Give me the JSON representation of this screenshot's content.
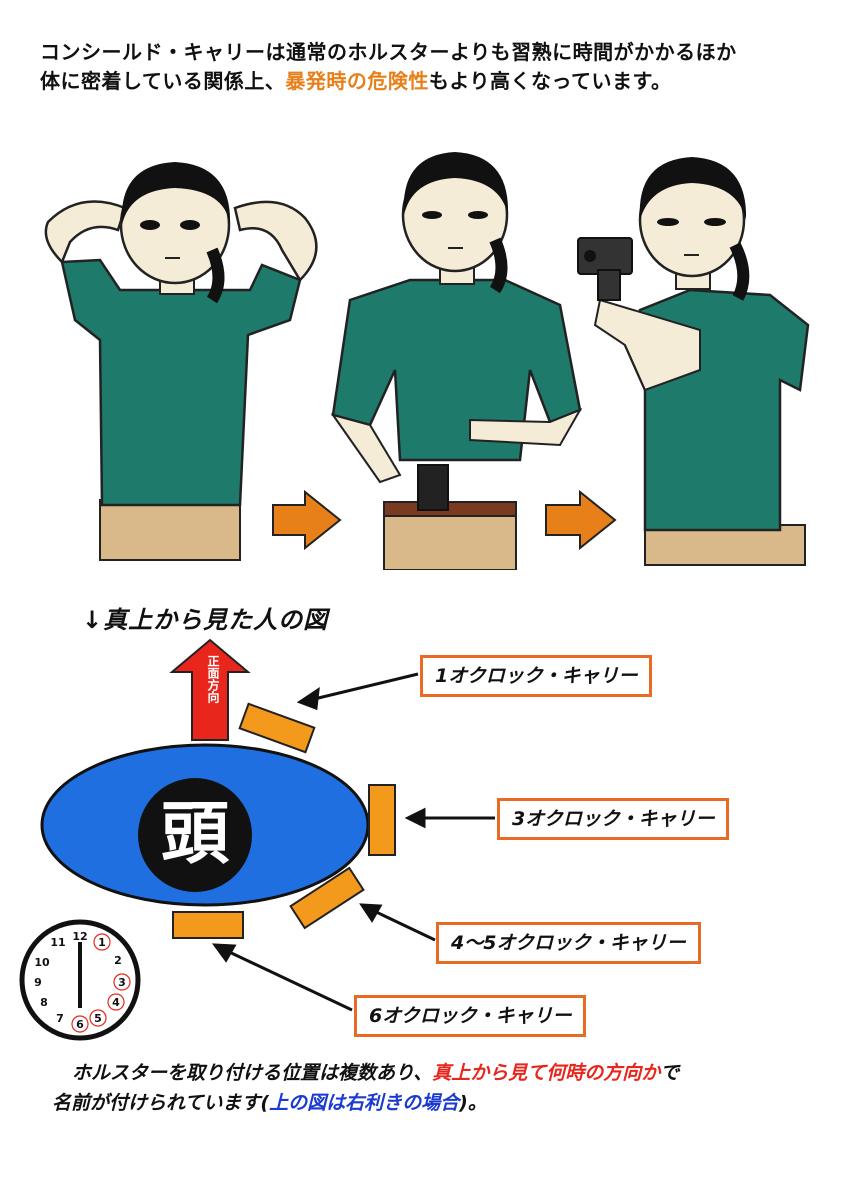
{
  "intro": {
    "line1": "コンシールド・キャリーは通常のホルスターよりも習熟に時間がかかるほか",
    "line2_prefix": "体に密着している関係上、",
    "line2_highlight": "暴発時の危険性",
    "line2_suffix": "もより高くなっています。"
  },
  "topview": {
    "heading": "↓真上から見た人の図",
    "forward_label": "正面方向",
    "head_label": "頭",
    "labels": {
      "one": "1オクロック・キャリー",
      "three": "3オクロック・キャリー",
      "four_five": "4〜5オクロック・キャリー",
      "six": "6オクロック・キャリー"
    }
  },
  "clock": {
    "numbers": [
      "12",
      "1",
      "2",
      "3",
      "4",
      "5",
      "6",
      "7",
      "8",
      "9",
      "10",
      "11"
    ],
    "circled": [
      "1",
      "3",
      "4",
      "5",
      "6"
    ]
  },
  "caption": {
    "part1": "ホルスターを取り付ける位置は複数あり、",
    "part2_red": "真上から見て何時の方向か",
    "part3": "で",
    "part4": "名前が付けられています(",
    "part5_blue": "上の図は右利きの場合",
    "part6": ")。"
  },
  "colors": {
    "accent_orange": "#e8801a",
    "shirt_teal": "#1e7a6a",
    "head_blue": "#1f6fe0",
    "holster_orange": "#f39a1c",
    "caption_red": "#e8261c",
    "caption_blue": "#1a3ad0"
  }
}
